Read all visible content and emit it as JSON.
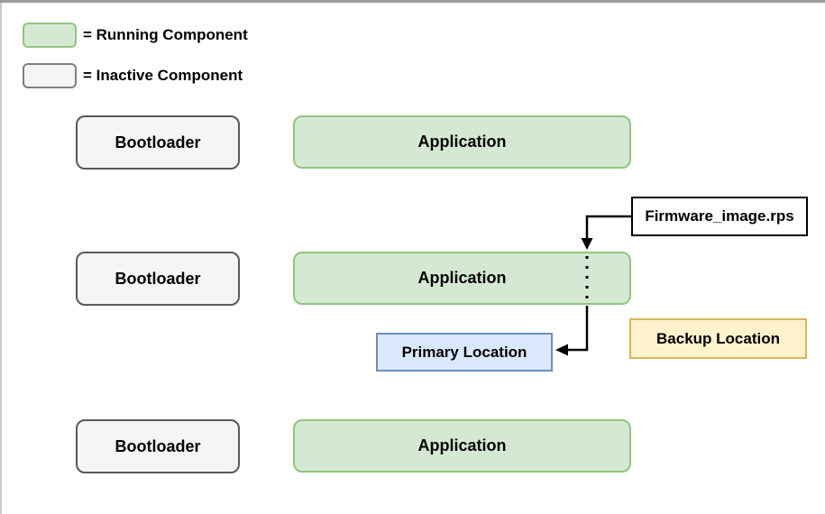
{
  "legend": {
    "running_label": "= Running Component",
    "inactive_label": "= Inactive Component"
  },
  "rows": [
    {
      "bootloader": "Bootloader",
      "application": "Application"
    },
    {
      "bootloader": "Bootloader",
      "application": "Application"
    },
    {
      "bootloader": "Bootloader",
      "application": "Application"
    }
  ],
  "labels": {
    "firmware_image": "Firmware_image.rps",
    "primary_location": "Primary Location",
    "backup_location": "Backup Location"
  },
  "colors": {
    "running_fill": "#d5e8d4",
    "running_stroke": "#93c47d",
    "inactive_fill": "#f5f5f5",
    "inactive_stroke": "#595959",
    "firmware_stroke": "#000000",
    "primary_fill": "#dae8fc",
    "primary_stroke": "#6c8ebf",
    "backup_fill": "#fff2cc",
    "backup_stroke": "#d6b656",
    "connector": "#000000",
    "text": "#000000"
  }
}
